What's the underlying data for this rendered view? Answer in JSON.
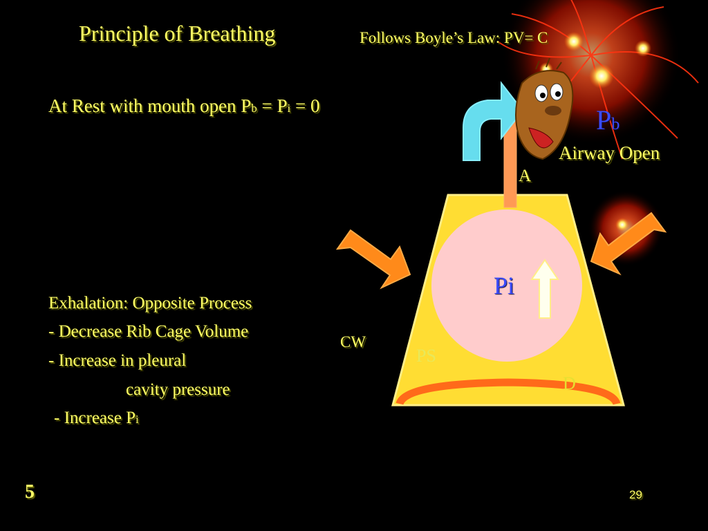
{
  "title": "Principle of Breathing",
  "subtitle": "Follows Boyle’s Law: PV= C",
  "rest": {
    "text": "At Rest with mouth open P",
    "sub1": "b",
    "mid": " = P",
    "sub2": "i",
    "end": " = 0"
  },
  "exhalation": {
    "line1": "Exhalation: Opposite Process",
    "line2": "- Decrease Rib Cage Volume",
    "line3": "- Increase in pleural",
    "line4": "cavity pressure",
    "line5_text": "- Increase P",
    "line5_sub": "i"
  },
  "labels": {
    "cw": "CW",
    "a": "A",
    "airway_open": "Airway Open",
    "pb": "P",
    "pb_sub": "b",
    "pi": "Pi",
    "ps": "PS",
    "d": "D"
  },
  "slide_number": "5",
  "page_number": "29",
  "icons": [
    "curved-arrow-icon",
    "compression-arrow-icon",
    "up-arrow-icon",
    "cartoon-face-icon",
    "firework-icon"
  ],
  "colors": {
    "background": "#000000",
    "text": "#ffff66",
    "label_blue": "#3b4cff",
    "trapezoid": "#ffdd33",
    "lung": "#ffcccc",
    "arrow_orange": "#ff8a1a",
    "airway_arrow": "#66ddee"
  }
}
